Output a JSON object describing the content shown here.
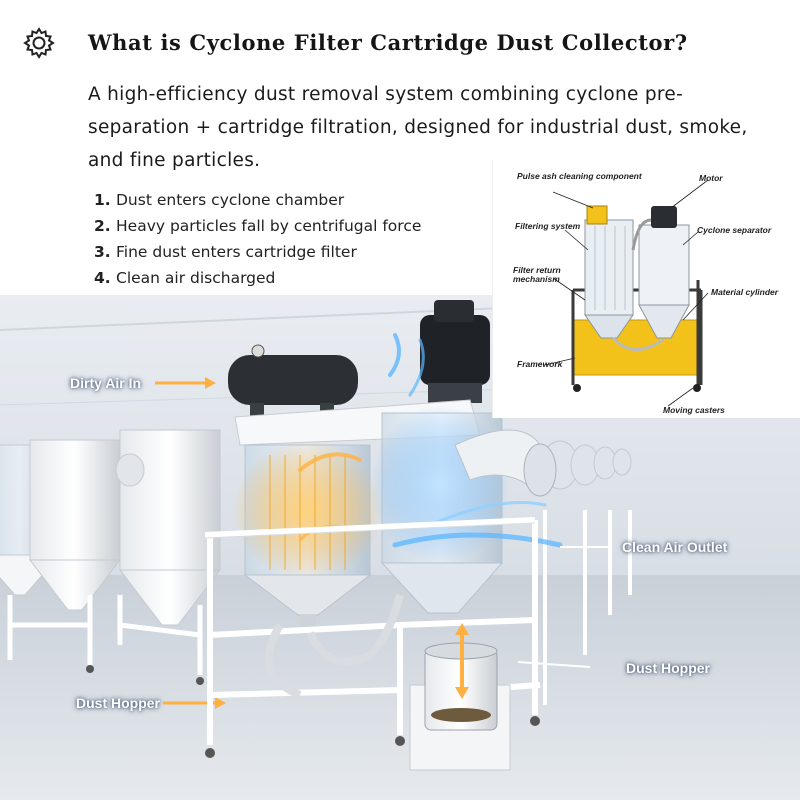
{
  "header": {
    "title": "What is Cyclone Filter Cartridge Dust Collector?",
    "subtitle": "A high-efficiency dust removal system combining cyclone pre-separation + cartridge filtration, designed for industrial dust, smoke, and fine particles."
  },
  "steps": [
    {
      "num": "1.",
      "text": "Dust enters cyclone chamber"
    },
    {
      "num": "2.",
      "text": "Heavy particles fall by centrifugal force"
    },
    {
      "num": "3.",
      "text": "Fine dust enters cartridge filter"
    },
    {
      "num": "4.",
      "text": "Clean air discharged"
    }
  ],
  "diagram_labels": {
    "pulse_cleaning": "Pulse ash cleaning component",
    "motor": "Motor",
    "filtering_system": "Filtering system",
    "cyclone_separator": "Cyclone separator",
    "filter_return": "Filter return mechanism",
    "material_cylinder": "Material cylinder",
    "framework": "Framework",
    "moving_casters": "Moving casters"
  },
  "scene_callouts": {
    "dirty_air_in": "Dirty Air In",
    "clean_air_outlet": "Clean Air Outlet",
    "dust_hopper_right": "Dust Hopper",
    "dust_hopper_left": "Dust Hopper"
  },
  "colors": {
    "accent_orange": "#f5a623",
    "accent_blue": "#3aa0ff",
    "frame_yellow": "#f2c21a"
  }
}
